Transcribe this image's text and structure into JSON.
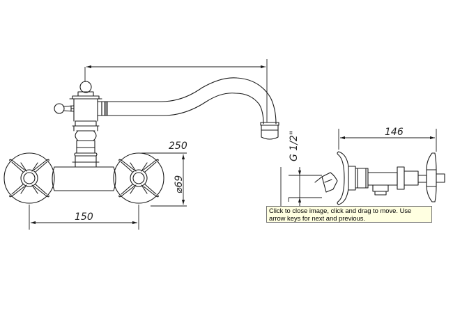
{
  "dimensions": {
    "height_250": "250",
    "diameter_69": "⌀69",
    "width_150": "150",
    "thread": "G 1/2\"",
    "depth_146": "146"
  },
  "tooltip": {
    "text": "Click to close image, click and drag to move. Use arrow keys for next and previous."
  },
  "colors": {
    "line": "#1a1a1a",
    "background": "#ffffff",
    "tooltip_bg": "#ffffe1"
  }
}
